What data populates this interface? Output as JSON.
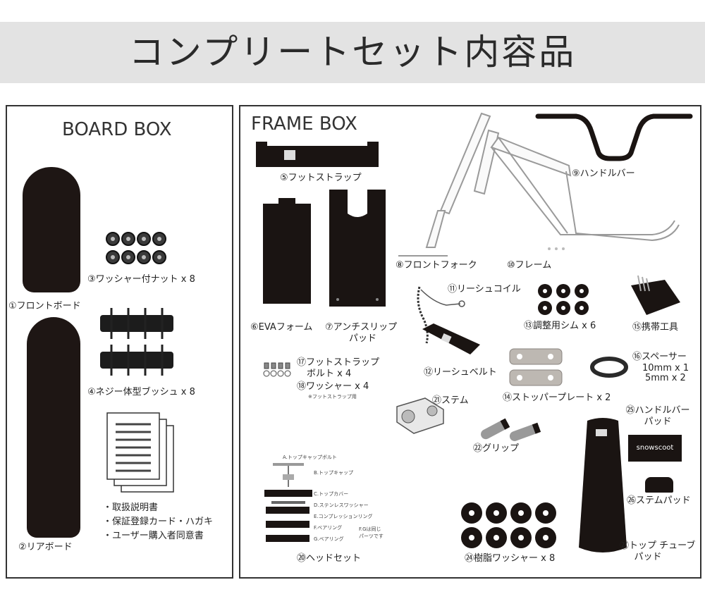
{
  "header": {
    "title": "コンプリートセット内容品"
  },
  "board_box": {
    "title": "BOARD BOX",
    "items": {
      "front_board": "①フロントボード",
      "rear_board": "②リアボード",
      "washer_nut": "③ワッシャー付ナット x 8",
      "screw_bush": "④ネジー体型ブッシュ x 8",
      "manual": "・取扱説明書",
      "warranty": "・保証登録カード・ハガキ",
      "consent": "・ユーザー購入者同意書"
    }
  },
  "frame_box": {
    "title": "FRAME BOX",
    "items": {
      "foot_strap": "⑤フットストラップ",
      "eva_foam": "⑥EVAフォーム",
      "anti_slip_1": "⑦アンチスリップ",
      "anti_slip_2": "パッド",
      "front_fork": "⑧フロントフォーク",
      "handlebar": "⑨ハンドルバー",
      "frame": "⑩フレーム",
      "leash_coil": "⑪リーシュコイル",
      "leash_belt": "⑫リーシュベルト",
      "shim": "⑬調整用シム x 6",
      "stopper_plate": "⑭ストッパープレート x 2",
      "tool": "⑮携帯工具",
      "spacer": "⑯スペーサー",
      "spacer_10": "10mm x 1",
      "spacer_5": "5mm x 2",
      "strap_bolt_1": "⑰フットストラップ",
      "strap_bolt_2": "ボルト x 4",
      "washer": "⑱ワッシャー x 4",
      "washer_note": "※フットストラップ用",
      "headset": "⑳ヘッドセット",
      "stem": "㉑ステム",
      "grip": "㉒グリップ",
      "resin_washer": "㉔樹脂ワッシャー x 8",
      "handlebar_pad_1": "㉕ハンドルバー",
      "handlebar_pad_2": "パッド",
      "stem_pad": "㉖ステムパッド",
      "top_tube_pad_1": "㉗トップ チューブ",
      "top_tube_pad_2": "パッド",
      "pad_brand": "snowscoot",
      "headset_parts": {
        "a": "A.トップキャップボルト",
        "b": "B.トップキャップ",
        "c": "C.トップカバー",
        "d": "D.ステンレスワッシャー",
        "e": "E.コンプレッションリング",
        "f": "F.ベアリング",
        "g": "G.ベアリング",
        "fg_note_1": "F.Gは同じ",
        "fg_note_2": "パーツです"
      }
    }
  },
  "colors": {
    "header_bg": "#e3e3e3",
    "part_dark": "#1a1412",
    "border": "#333333"
  }
}
